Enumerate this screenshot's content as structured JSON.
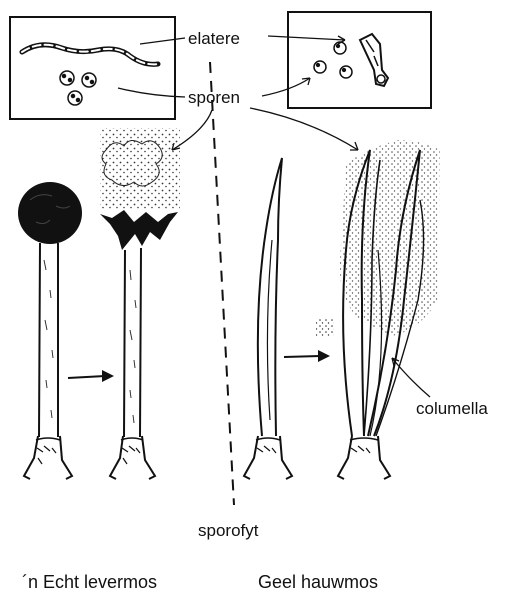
{
  "labels": {
    "elatere": "elatere",
    "sporen": "sporen",
    "columella": "columella",
    "sporofyt": "sporofyt",
    "left_caption": "´n Echt levermos",
    "right_caption": "Geel hauwmos"
  }
}
